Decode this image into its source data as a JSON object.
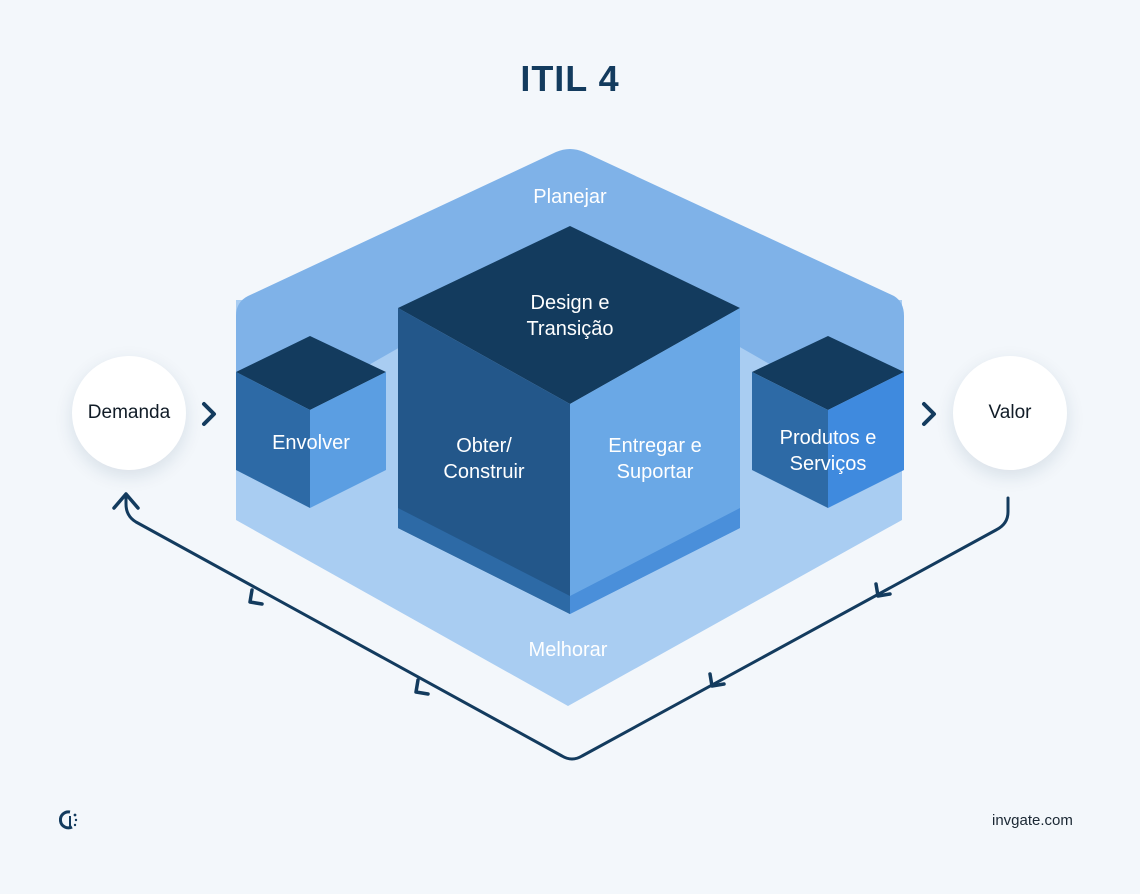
{
  "title": "ITIL 4",
  "labels": {
    "plan": "Planejar",
    "improve": "Melhorar",
    "design": "Design e\nTransição",
    "obtain": "Obter/\nConstruir",
    "deliver": "Entregar e\nSuportar",
    "engage": "Envolver",
    "products": "Produtos e\nServiços"
  },
  "inputs": {
    "demand": "Demanda",
    "value": "Valor"
  },
  "footer": {
    "site": "invgate.com",
    "logo": "invgate-logo-icon"
  },
  "colors": {
    "background": "#f3f7fb",
    "dark_navy": "#133b5e",
    "mid_blue": "#23578a",
    "light_blue": "#6aa8e6",
    "plan_band": "#7fb2e8",
    "improve_band": "#a9cdf2"
  }
}
